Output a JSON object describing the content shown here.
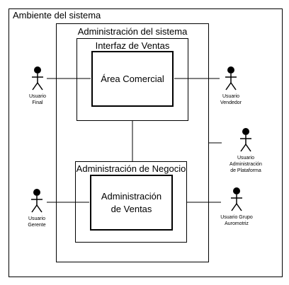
{
  "system_environment": {
    "title": "Ambiente del sistema"
  },
  "system_admin": {
    "title": "Administración del sistema"
  },
  "sales_interface": {
    "title": "Interfaz de Ventas",
    "inner": "Área Comercial"
  },
  "business_admin": {
    "title": "Administración de Negocio",
    "inner_line1": "Administración",
    "inner_line2": "de Ventas"
  },
  "actors": {
    "final_user": "Usuario\nFinal",
    "seller_user": "Usuario\nVendedor",
    "platform_admin_user": "Usuario\nAdministración\nde Plataforma",
    "manager_user": "Usuario\nGerente",
    "auto_group_user": "Usuario Grupo\nAuromotriz"
  }
}
